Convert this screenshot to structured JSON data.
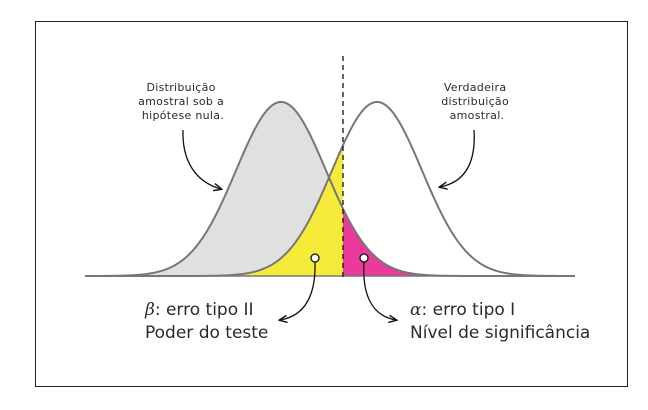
{
  "diagram": {
    "null_label": [
      "Distribuição",
      "amostral sob a",
      "hipótese nula."
    ],
    "true_label": [
      "Verdadeira",
      "distribuição",
      "amostral."
    ],
    "beta": {
      "symbol": "β",
      "line1": ": erro tipo II",
      "line2": "Poder do teste"
    },
    "alpha": {
      "symbol": "α",
      "line1": ": erro tipo I",
      "line2": "Nível de significância"
    },
    "colors": {
      "null_fill": "#e0e0e0",
      "beta_fill": "#f6ea3a",
      "alpha_fill": "#ea3a9c",
      "curve": "#777777",
      "frame": "#222222"
    }
  }
}
